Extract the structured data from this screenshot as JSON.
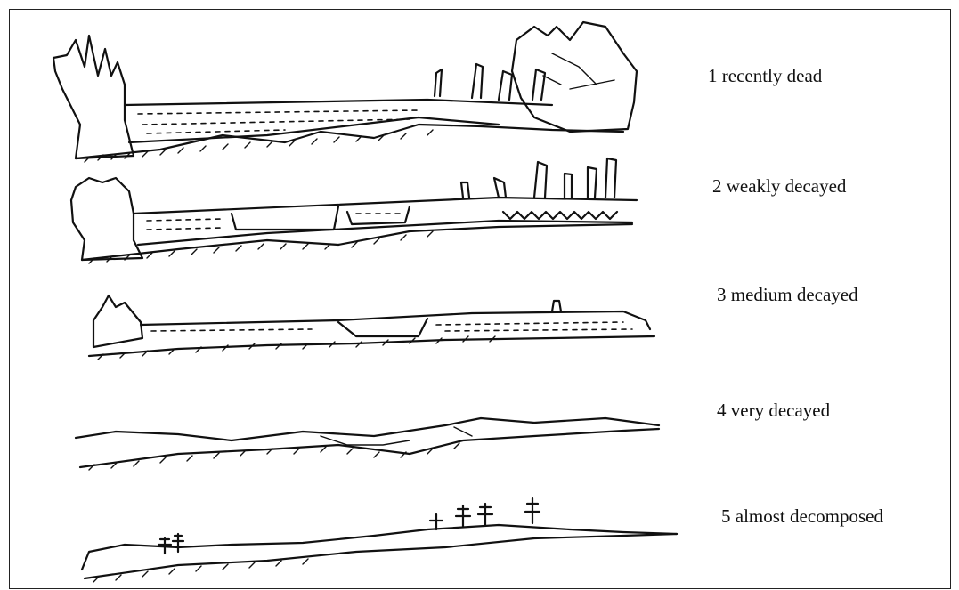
{
  "stages": [
    {
      "label": "1 recently dead",
      "icon": "log-stage-1-drawing"
    },
    {
      "label": "2 weakly decayed",
      "icon": "log-stage-2-drawing"
    },
    {
      "label": "3 medium decayed",
      "icon": "log-stage-3-drawing"
    },
    {
      "label": "4 very decayed",
      "icon": "log-stage-4-drawing"
    },
    {
      "label": "5 almost decomposed",
      "icon": "log-stage-5-drawing"
    }
  ],
  "colors": {
    "ink": "#111111",
    "background": "#ffffff"
  }
}
